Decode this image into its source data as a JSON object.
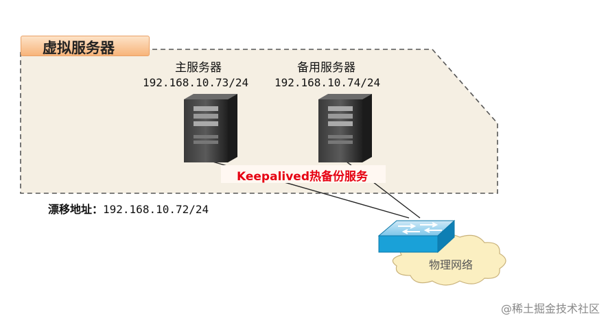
{
  "diagram": {
    "group_title": "虚拟服务器",
    "servers": [
      {
        "name": "主服务器",
        "ip": "192.168.10.73/24"
      },
      {
        "name": "备用服务器",
        "ip": "192.168.10.74/24"
      }
    ],
    "keepalived_label": "Keepalived热备份服务",
    "vip_label": "漂移地址：",
    "vip_ip": "192.168.10.72/24",
    "network_label": "物理网络"
  },
  "watermark": "@稀土掘金技术社区",
  "colors": {
    "panel_fill": "#f5efe3",
    "dashed_border": "#555555",
    "title_tab": "#f7b47a",
    "keepalived_text": "#e60012",
    "switch": "#1aa1d8",
    "cloud": "#fbefc1"
  },
  "icons": [
    "server-tower-icon",
    "network-switch-icon",
    "cloud-icon"
  ]
}
